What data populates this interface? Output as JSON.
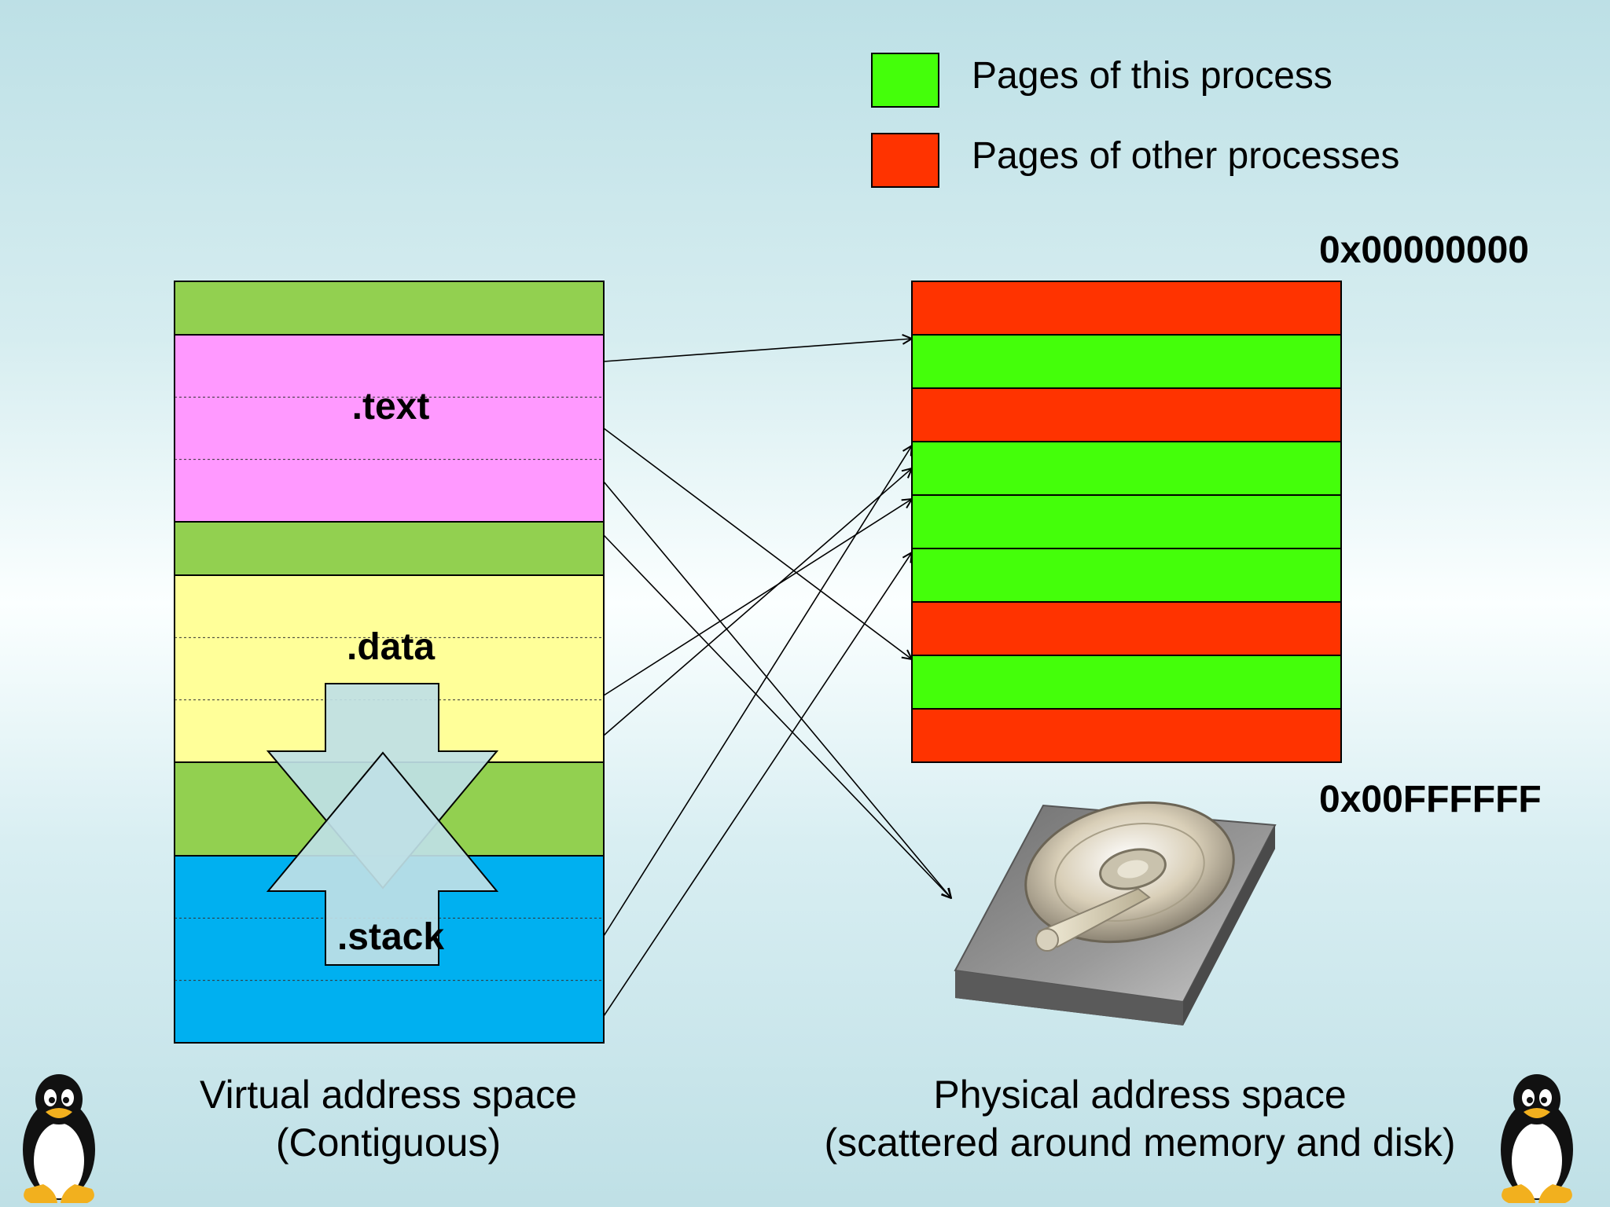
{
  "legend": [
    {
      "label": "Pages of this process",
      "color": "#44ff0a"
    },
    {
      "label": "Pages of other processes",
      "color": "#ff3300"
    }
  ],
  "virtual": {
    "caption_line1": "Virtual address space",
    "caption_line2": "(Contiguous)",
    "segments": [
      {
        "name": "gap-top",
        "label": "",
        "color": "#92d050",
        "pages": 1
      },
      {
        "name": "text",
        "label": ".text",
        "color": "#ff99ff",
        "pages": 3.5
      },
      {
        "name": "gap-middle",
        "label": "",
        "color": "#92d050",
        "pages": 1
      },
      {
        "name": "data",
        "label": ".data",
        "color": "#ffff99",
        "pages": 3.5
      },
      {
        "name": "gap-heap",
        "label": "",
        "color": "#92d050",
        "pages": 1.75
      },
      {
        "name": "stack",
        "label": ".stack",
        "color": "#00b0f0",
        "pages": 3.5
      }
    ]
  },
  "physical": {
    "caption_line1": "Physical address space",
    "caption_line2": "(scattered around memory and disk)",
    "addr_start": "0x00000000",
    "addr_end": "0x00FFFFFF",
    "pages": [
      "other",
      "this",
      "other",
      "this",
      "this",
      "this",
      "other",
      "this",
      "other"
    ]
  },
  "colors": {
    "this_process": "#44ff0a",
    "other_process": "#ff3300",
    "growth_arrow": "#bfe0e6"
  },
  "mappings": [
    {
      "from_page": 1.5,
      "to": "page",
      "to_page": 1
    },
    {
      "from_page": 2.75,
      "to": "page",
      "to_page": 7
    },
    {
      "from_page": 3.75,
      "to": "disk"
    },
    {
      "from_page": 4.75,
      "to": "disk"
    },
    {
      "from_page": 7.75,
      "to": "page",
      "to_page": 4
    },
    {
      "from_page": 8.5,
      "to": "page",
      "to_page": 3.5
    },
    {
      "from_page": 12.25,
      "to": "page",
      "to_page": 3
    },
    {
      "from_page": 13.75,
      "to": "page",
      "to_page": 5
    }
  ]
}
